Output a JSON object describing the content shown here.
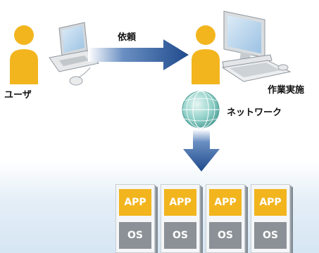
{
  "labels": {
    "user": "ユーザ",
    "request": "依頼",
    "work": "作業実施",
    "network": "ネットワーク"
  },
  "servers": [
    {
      "app": "APP",
      "os": "OS"
    },
    {
      "app": "APP",
      "os": "OS"
    },
    {
      "app": "APP",
      "os": "OS"
    },
    {
      "app": "APP",
      "os": "OS"
    }
  ],
  "colors": {
    "person": "#f2b51e",
    "arrow": "#1f4a8c",
    "app": "#f2b51e",
    "os": "#8b9196",
    "globe": "#7fc4bd"
  },
  "icons": [
    "person-icon",
    "laptop-icon",
    "desktop-pc-icon",
    "globe-icon",
    "arrow-right-icon",
    "arrow-down-icon"
  ]
}
